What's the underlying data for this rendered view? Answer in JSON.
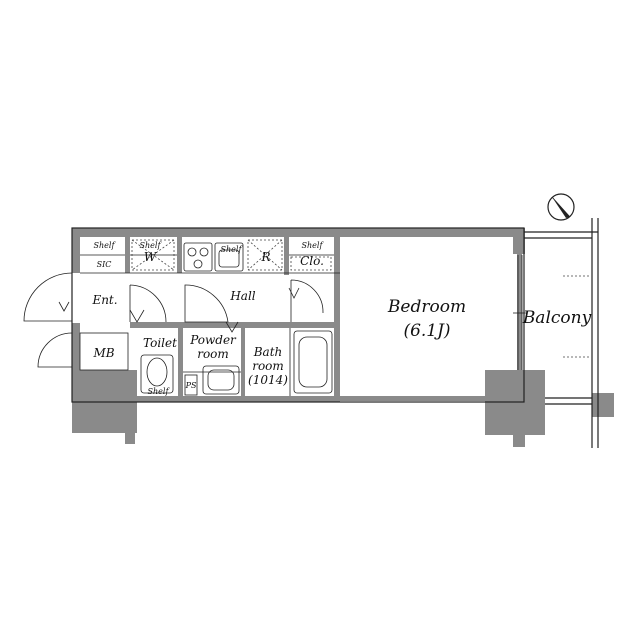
{
  "rooms": {
    "shelf_1": "Shelf",
    "sic": "SIC",
    "shelf_w": "Shelf",
    "w": "W",
    "shelf_kitchen": "Shelf",
    "r": "R",
    "shelf_clo": "Shelf",
    "clo": "Clo.",
    "ent": "Ent.",
    "hall": "Hall",
    "mb": "MB",
    "toilet": "Toilet",
    "shelf_toilet": "Shelf",
    "ps": "PS",
    "powder_line1": "Powder",
    "powder_line2": "room",
    "bath_line1": "Bath",
    "bath_line2": "room",
    "bath_line3": "(1014)",
    "bedroom": "Bedroom",
    "bedroom_size": "(6.1J)",
    "balcony": "Balcony"
  },
  "colors": {
    "wall": "#8a8a8a",
    "line": "#222222",
    "background": "#ffffff"
  },
  "icons": [
    "compass-icon",
    "door-swing-icon",
    "toilet-icon",
    "sink-icon",
    "bathtub-icon",
    "stove-icon"
  ]
}
